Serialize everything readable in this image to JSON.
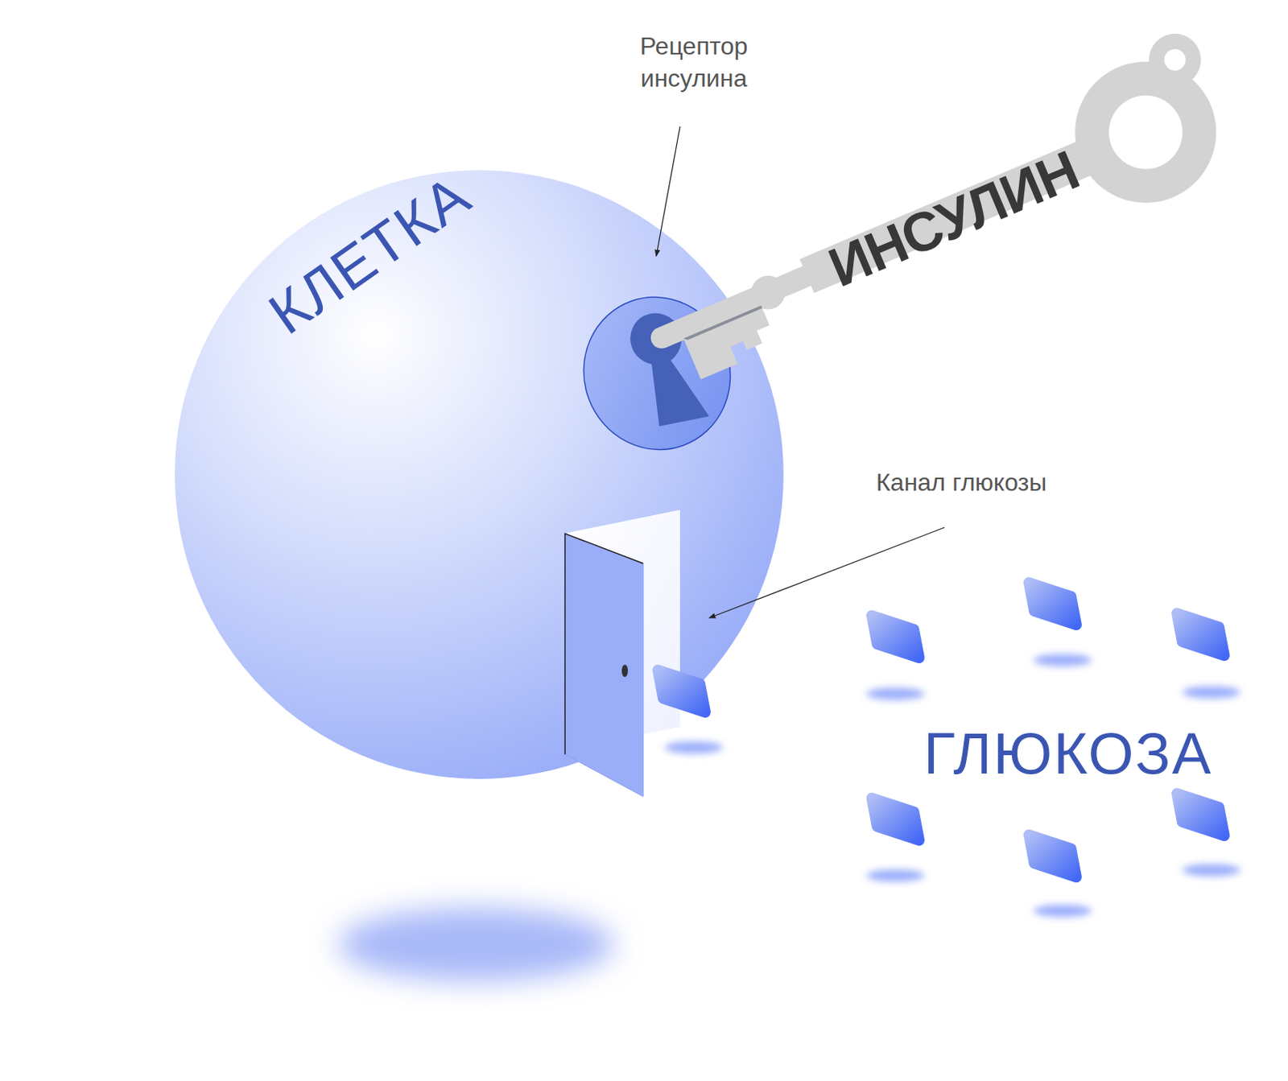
{
  "diagram": {
    "nodes": [
      {
        "text": [
          "КЛЕТКА"
        ]
      },
      {
        "text": [
          "ИНСУЛИН"
        ]
      }
    ],
    "labels": [
      "Рецептор инсулина",
      "Канал глюкозы",
      "ГЛЮКОЗА"
    ]
  }
}
